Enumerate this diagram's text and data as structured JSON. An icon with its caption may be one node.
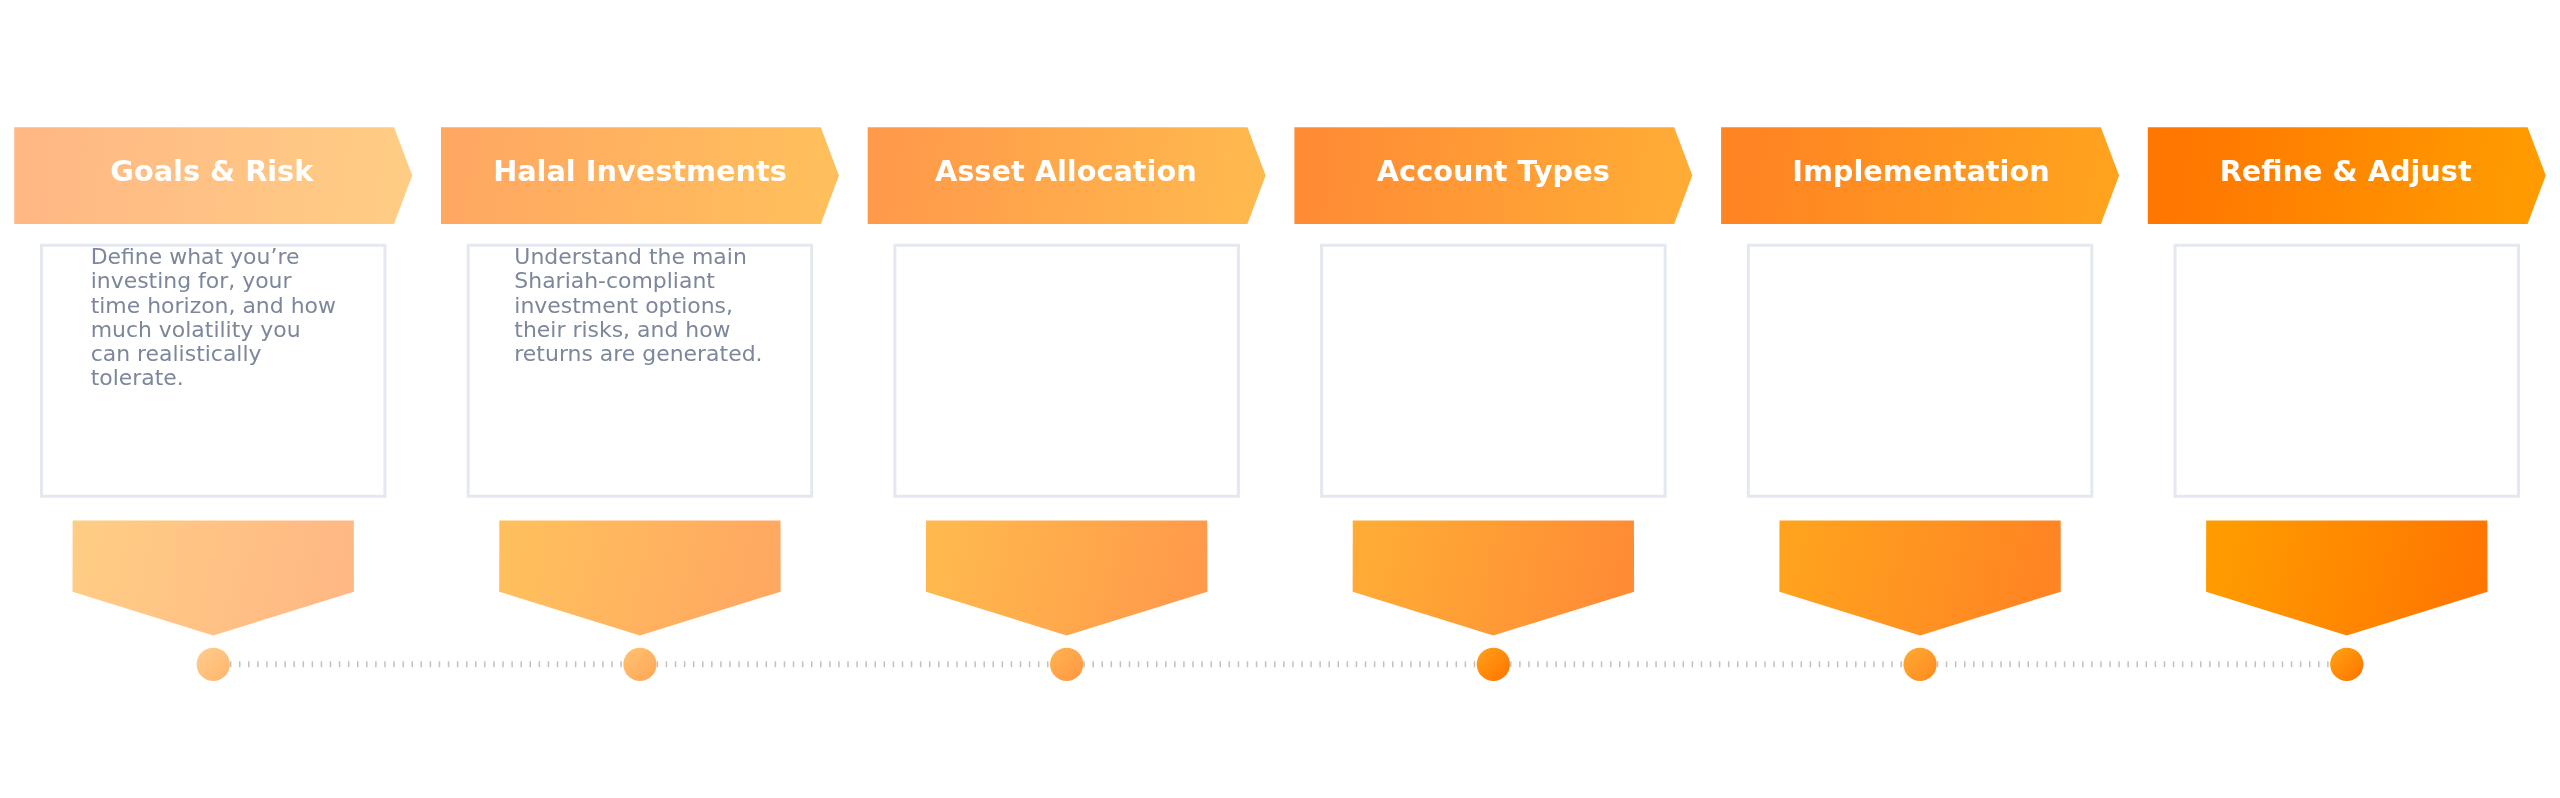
{
  "diagram": {
    "nodes": [
      {
        "text": [
          "Goals & Risk"
        ]
      },
      {
        "text": [
          "Define what you’re investing for, your time horizon, and how much volatility you can realistically tolerate."
        ]
      },
      {
        "text": [],
        "shape": "pentagon"
      },
      {
        "text": [],
        "shape": "circle"
      },
      {
        "text": [
          "Halal Investments"
        ]
      },
      {
        "text": [
          "Understand the main Shariah-compliant investment options, their risks, and how returns are generated."
        ]
      },
      {
        "text": [],
        "shape": "pentagon"
      },
      {
        "text": [],
        "shape": "circle"
      },
      {
        "text": [
          "Asset Allocation"
        ]
      },
      {
        "text": [],
        "shape": "box"
      },
      {
        "text": [],
        "shape": "pentagon"
      },
      {
        "text": [],
        "shape": "circle"
      },
      {
        "text": [
          "Account Types"
        ]
      },
      {
        "text": [],
        "shape": "box"
      },
      {
        "text": [],
        "shape": "pentagon"
      },
      {
        "text": [],
        "shape": "circle"
      },
      {
        "text": [
          "Implementation"
        ]
      },
      {
        "text": [],
        "shape": "box"
      },
      {
        "text": [],
        "shape": "pentagon"
      },
      {
        "text": [],
        "shape": "circle"
      },
      {
        "text": [
          "Refine & Adjust"
        ]
      },
      {
        "text": [],
        "shape": "box"
      },
      {
        "text": [],
        "shape": "pentagon"
      },
      {
        "text": [],
        "shape": "circle"
      }
    ],
    "edges": [
      {
        "from": 3,
        "to": 7,
        "arrow": "none",
        "style": "dashed"
      },
      {
        "from": 7,
        "to": 11,
        "arrow": "none",
        "style": "dashed"
      },
      {
        "from": 11,
        "to": 15,
        "arrow": "none",
        "style": "dashed"
      },
      {
        "from": 15,
        "to": 19,
        "arrow": "none",
        "style": "dashed"
      },
      {
        "from": 19,
        "to": 23,
        "arrow": "none",
        "style": "dashed"
      }
    ]
  }
}
